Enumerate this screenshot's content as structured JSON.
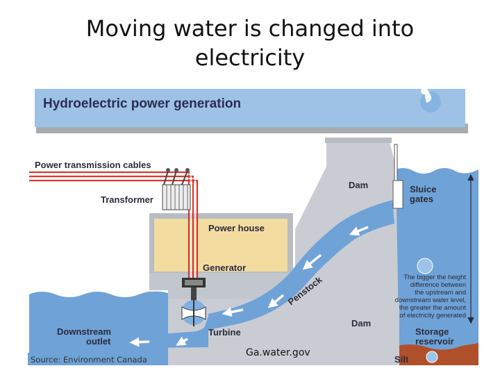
{
  "slide": {
    "title_line1": "Moving water is changed into",
    "title_line2": "electricity"
  },
  "diagram": {
    "banner": "Hydroelectric power generation",
    "labels": {
      "power_cables": "Power transmission cables",
      "transformer": "Transformer",
      "power_house": "Power house",
      "generator": "Generator",
      "dam_upper": "Dam",
      "dam_lower": "Dam",
      "sluice_line1": "Sluice",
      "sluice_line2": "gates",
      "penstock": "Penstock",
      "turbine": "Turbine",
      "downstream_line1": "Downstream",
      "downstream_line2": "outlet",
      "storage_line1": "Storage",
      "storage_line2": "reservoir",
      "silt": "Silt"
    },
    "height_note": [
      "The bigger the height",
      "difference between",
      "the upstream and",
      "downstream water level,",
      "the greater the amount",
      "of electricity generated"
    ],
    "source": "Source: Environment Canada",
    "credit": "Ga.water.gov"
  },
  "colors": {
    "water": "#6fa3d8",
    "banner": "#9ec2e6",
    "dam": "#c9cdd3",
    "powerhouse": "#f2dca0",
    "cables": "#d9372b",
    "silt": "#b0502a"
  }
}
